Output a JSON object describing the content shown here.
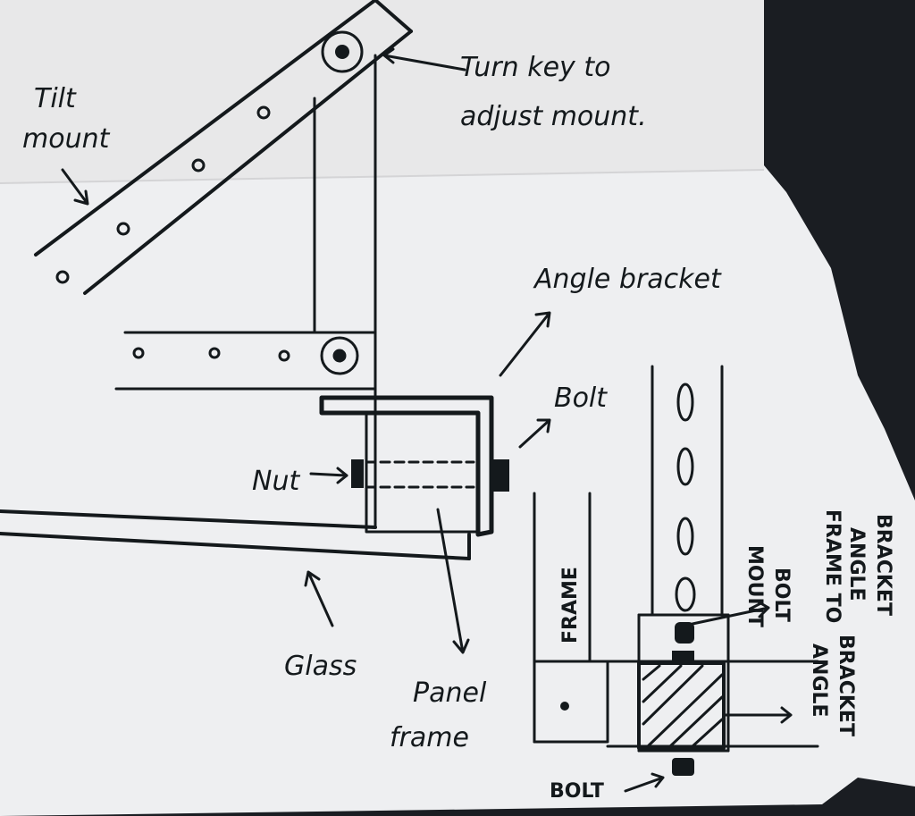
{
  "diagram": {
    "labels": {
      "turn_key_1": "Turn key to",
      "turn_key_2": "adjust mount.",
      "tilt_1": "Tilt",
      "tilt_2": "mount",
      "angle_bracket": "Angle bracket",
      "bolt": "Bolt",
      "nut": "Nut",
      "glass": "Glass",
      "panel_1": "Panel",
      "panel_2": "frame",
      "frame": "FRAME",
      "mount": "MOUNT",
      "bolt_frame_1": "BOLT",
      "bolt_frame_2": "FRAME TO",
      "bolt_frame_3": "ANGLE",
      "bolt_frame_4": "BRACKET",
      "angle_bracket_side_1": "ANGLE",
      "angle_bracket_side_2": "BRACKET",
      "bolt_bottom": "BOLT"
    },
    "colors": {
      "ink": "#14191c",
      "paper": "#eeeff1",
      "paper_top": "#e8e8e9",
      "background": "#1a1d22"
    }
  }
}
